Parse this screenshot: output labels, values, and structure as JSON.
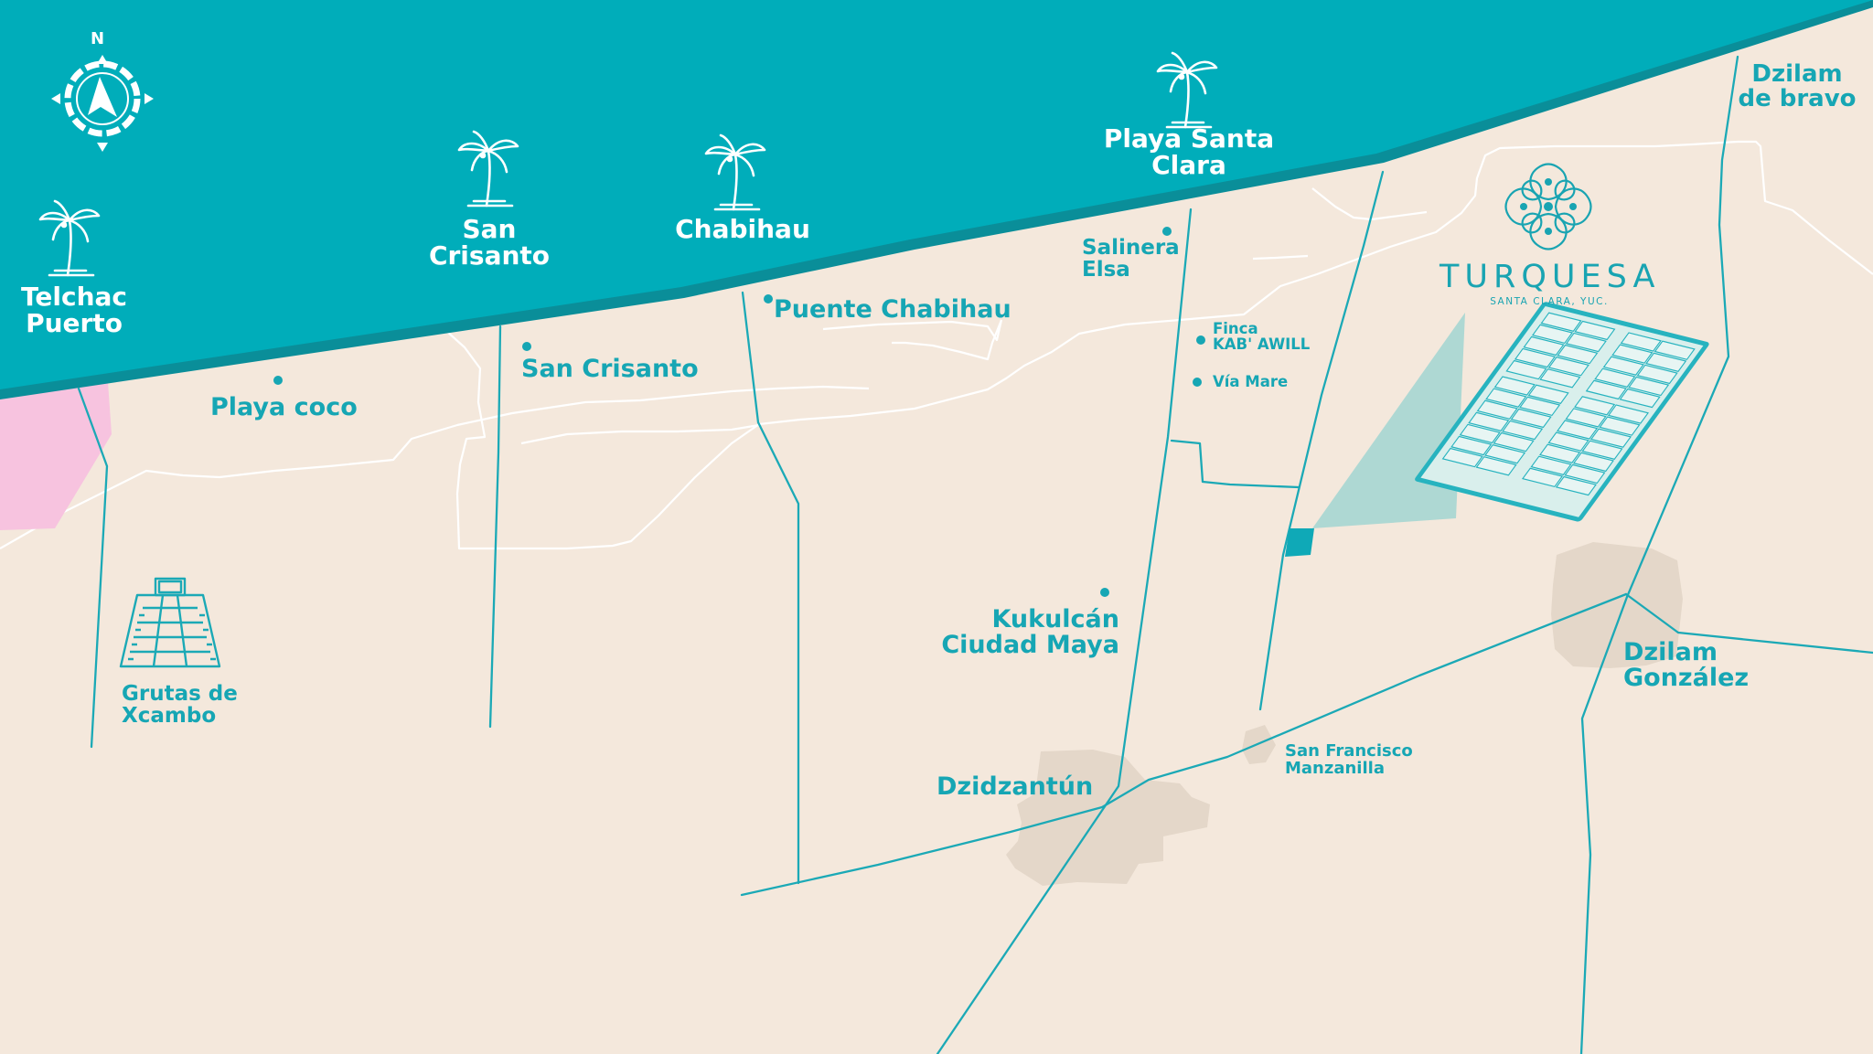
{
  "map": {
    "colors": {
      "sea": "#00adba",
      "sea_shadow": "#0a8e99",
      "land": "#f4e8dc",
      "road": "#1ba9b6",
      "boundary": "#ffffff",
      "town": "#e4d7c9",
      "pink_area": "#f7c3df",
      "project": "#a6d6d2"
    },
    "compass": {
      "north_label": "N"
    },
    "beaches": [
      {
        "id": "telchac",
        "name": "Telchac\nPuerto"
      },
      {
        "id": "san_crisanto",
        "name": "San\nCrisanto"
      },
      {
        "id": "chabihau",
        "name": "Chabihau"
      },
      {
        "id": "santa_clara",
        "name": "Playa Santa\nClara"
      }
    ],
    "labels": {
      "dzilam_bravo": "Dzilam\nde bravo",
      "playa_coco": "Playa coco",
      "san_crisanto_town": "San Crisanto",
      "puente_chabihau": "Puente Chabihau",
      "salinera_elsa": "Salinera\nElsa",
      "finca": "Finca\nKAB' AWILL",
      "via_mare": "Vía Mare",
      "kukulcan": "Kukulcán\nCiudad Maya",
      "dzidzantun": "Dzidzantún",
      "san_francisco": "San Francisco\nManzanilla",
      "dzilam_gonzalez": "Dzilam\nGonzález",
      "grutas": "Grutas de\nXcambo"
    },
    "brand": {
      "name": "TURQUESA",
      "subtitle": "SANTA CLARA, YUC."
    }
  }
}
